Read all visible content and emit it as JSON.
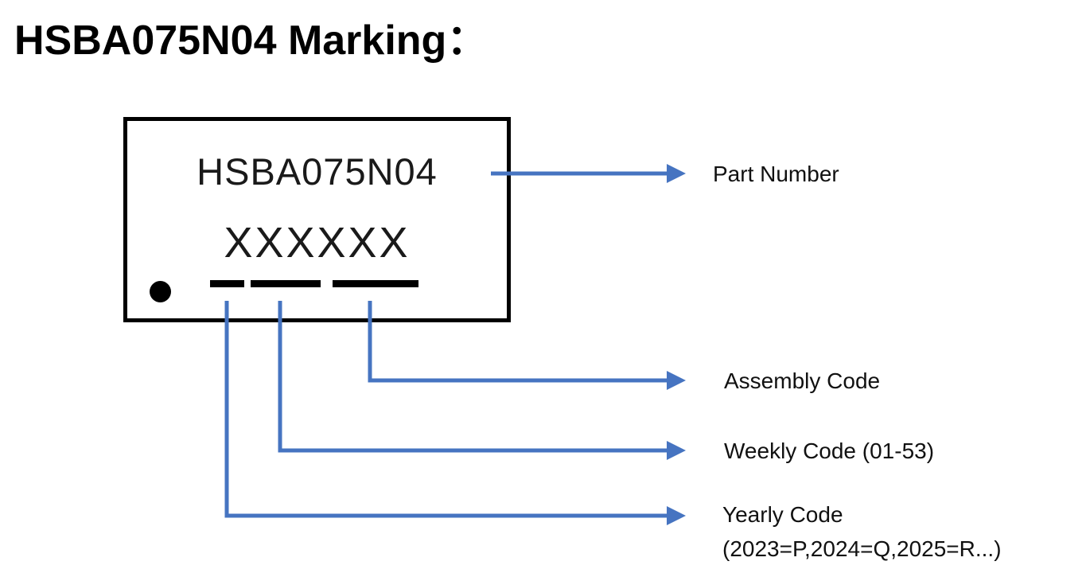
{
  "title": "HSBA075N04 Marking：",
  "chip": {
    "part_number": "HSBA075N04",
    "code_placeholder": "XXXXXX"
  },
  "labels": {
    "part_number": "Part Number",
    "assembly_code": "Assembly Code",
    "weekly_code": "Weekly Code (01-53)",
    "yearly_code_line1": "Yearly Code",
    "yearly_code_line2": "(2023=P,2024=Q,2025=R...)"
  },
  "colors": {
    "arrow": "#4674C1",
    "chip_border": "#000000"
  }
}
